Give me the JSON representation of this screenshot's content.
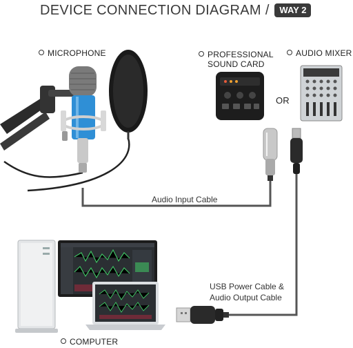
{
  "title": {
    "text": "DEVICE CONNECTION DIAGRAM",
    "separator": "/",
    "badge": "WAY 2"
  },
  "labels": {
    "microphone": "MICROPHONE",
    "sound_card_line1": "PROFESSIONAL",
    "sound_card_line2": "SOUND CARD",
    "audio_mixer": "AUDIO MIXER",
    "or": "OR",
    "computer": "COMPUTER"
  },
  "cables": {
    "audio_input": "Audio Input Cable",
    "usb_line1": "USB Power Cable &",
    "usb_line2": "Audio Output Cable"
  },
  "colors": {
    "mic_body": "#2f8fd6",
    "cable": "#555555",
    "waveform": "#3fbf63",
    "text": "#333333"
  },
  "icons": [
    "microphone-icon",
    "pop-filter-icon",
    "sound-card-icon",
    "audio-mixer-icon",
    "xlr-connector-icon",
    "usb-connector-icon",
    "computer-icon"
  ]
}
